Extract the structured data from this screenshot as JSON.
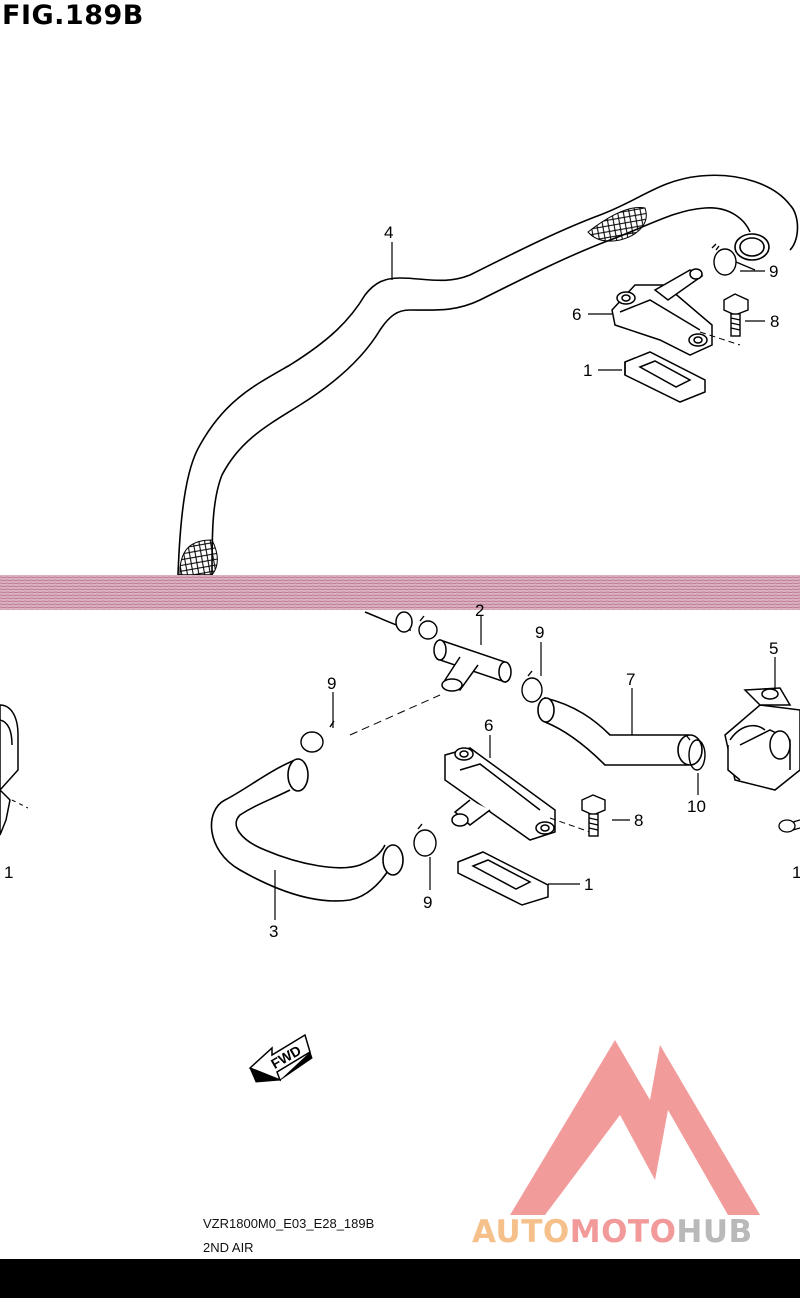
{
  "figure": {
    "title": "FIG.189B"
  },
  "callouts": [
    "4",
    "9",
    "6",
    "8",
    "1",
    "2",
    "9",
    "5",
    "7",
    "9",
    "6",
    "10",
    "8",
    "9",
    "1",
    "3",
    "1",
    "1"
  ],
  "fwd_label": "FWD",
  "footer": {
    "code": "VZR1800M0_E03_E28_189B",
    "name": "2ND AIR"
  },
  "watermark": {
    "part1": "AUTO",
    "part2": "MOTO",
    "part3": "HUB",
    "colors": {
      "auto": "#f6c08b",
      "moto": "#f29a9a",
      "hub": "#b9b9b9",
      "logo": "#f08a8a"
    }
  },
  "colors": {
    "scan_band": "#c3869e",
    "line": "#000000",
    "background": "#ffffff"
  }
}
